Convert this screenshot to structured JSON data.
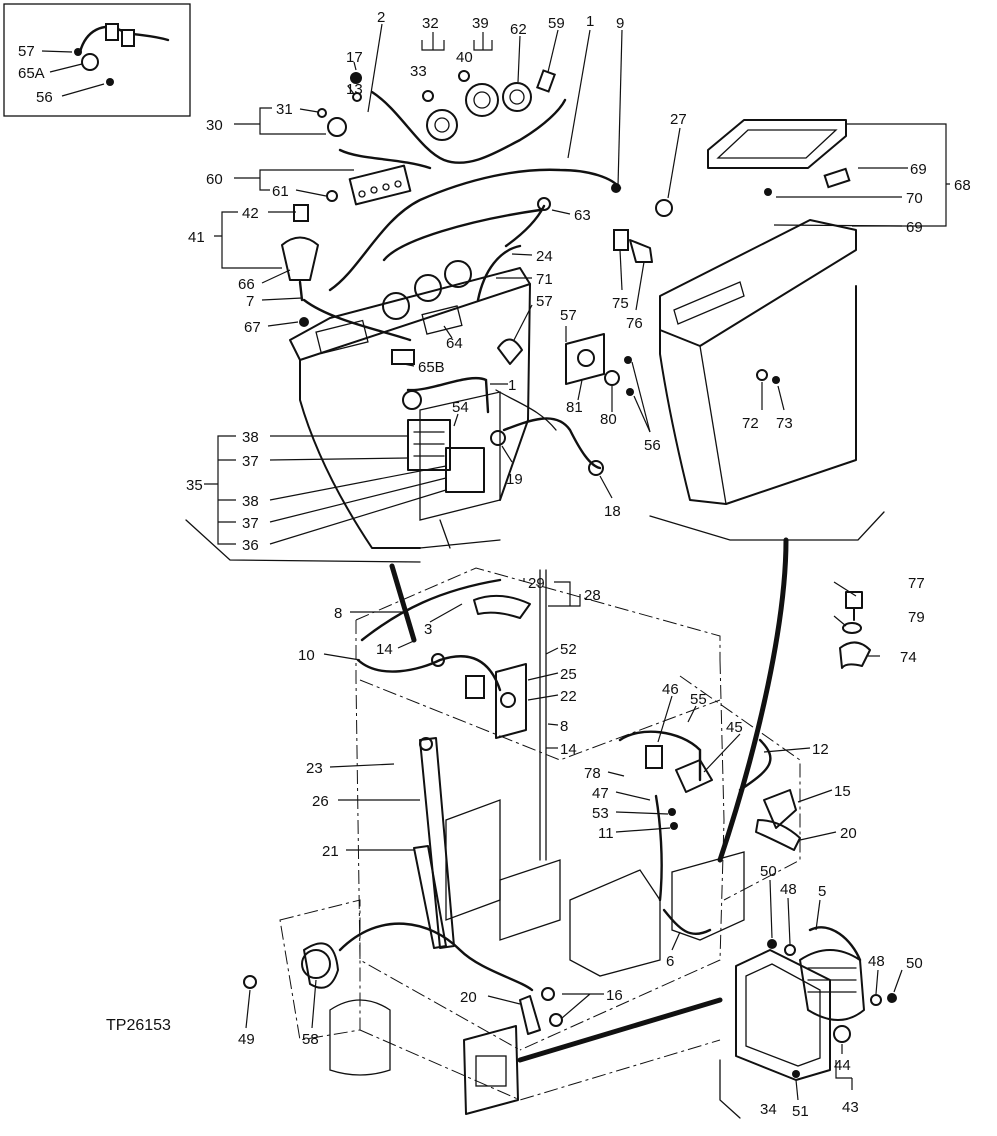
{
  "figure_code": "TP26153",
  "callouts": [
    {
      "id": "c57a",
      "text": "57"
    },
    {
      "id": "c65a",
      "text": "65A"
    },
    {
      "id": "c56a",
      "text": "56"
    },
    {
      "id": "c2",
      "text": "2"
    },
    {
      "id": "c32",
      "text": "32"
    },
    {
      "id": "c39",
      "text": "39"
    },
    {
      "id": "c62",
      "text": "62"
    },
    {
      "id": "c59",
      "text": "59"
    },
    {
      "id": "c1a",
      "text": "1"
    },
    {
      "id": "c9",
      "text": "9"
    },
    {
      "id": "c17",
      "text": "17"
    },
    {
      "id": "c33",
      "text": "33"
    },
    {
      "id": "c40",
      "text": "40"
    },
    {
      "id": "c13",
      "text": "13"
    },
    {
      "id": "c30",
      "text": "30"
    },
    {
      "id": "c31",
      "text": "31"
    },
    {
      "id": "c27",
      "text": "27"
    },
    {
      "id": "c69a",
      "text": "69"
    },
    {
      "id": "c68",
      "text": "68"
    },
    {
      "id": "c70",
      "text": "70"
    },
    {
      "id": "c69b",
      "text": "69"
    },
    {
      "id": "c60",
      "text": "60"
    },
    {
      "id": "c61",
      "text": "61"
    },
    {
      "id": "c42",
      "text": "42"
    },
    {
      "id": "c41",
      "text": "41"
    },
    {
      "id": "c63",
      "text": "63"
    },
    {
      "id": "c24",
      "text": "24"
    },
    {
      "id": "c71",
      "text": "71"
    },
    {
      "id": "c66",
      "text": "66"
    },
    {
      "id": "c7",
      "text": "7"
    },
    {
      "id": "c75",
      "text": "75"
    },
    {
      "id": "c76",
      "text": "76"
    },
    {
      "id": "c57b",
      "text": "57"
    },
    {
      "id": "c57c",
      "text": "57"
    },
    {
      "id": "c67",
      "text": "67"
    },
    {
      "id": "c64",
      "text": "64"
    },
    {
      "id": "c65b",
      "text": "65B"
    },
    {
      "id": "c1b",
      "text": "1"
    },
    {
      "id": "c81",
      "text": "81"
    },
    {
      "id": "c80",
      "text": "80"
    },
    {
      "id": "c72",
      "text": "72"
    },
    {
      "id": "c73",
      "text": "73"
    },
    {
      "id": "c54",
      "text": "54"
    },
    {
      "id": "c56b",
      "text": "56"
    },
    {
      "id": "c38a",
      "text": "38"
    },
    {
      "id": "c37a",
      "text": "37"
    },
    {
      "id": "c19",
      "text": "19"
    },
    {
      "id": "c35",
      "text": "35"
    },
    {
      "id": "c38b",
      "text": "38"
    },
    {
      "id": "c37b",
      "text": "37"
    },
    {
      "id": "c36",
      "text": "36"
    },
    {
      "id": "c18",
      "text": "18"
    },
    {
      "id": "c29",
      "text": "29"
    },
    {
      "id": "c28",
      "text": "28"
    },
    {
      "id": "c77",
      "text": "77"
    },
    {
      "id": "c8a",
      "text": "8"
    },
    {
      "id": "c3",
      "text": "3"
    },
    {
      "id": "c79",
      "text": "79"
    },
    {
      "id": "c14a",
      "text": "14"
    },
    {
      "id": "c52",
      "text": "52"
    },
    {
      "id": "c10",
      "text": "10"
    },
    {
      "id": "c74",
      "text": "74"
    },
    {
      "id": "c25",
      "text": "25"
    },
    {
      "id": "c22",
      "text": "22"
    },
    {
      "id": "c46",
      "text": "46"
    },
    {
      "id": "c55",
      "text": "55"
    },
    {
      "id": "c8b",
      "text": "8"
    },
    {
      "id": "c45",
      "text": "45"
    },
    {
      "id": "c14b",
      "text": "14"
    },
    {
      "id": "c12",
      "text": "12"
    },
    {
      "id": "c23",
      "text": "23"
    },
    {
      "id": "c78",
      "text": "78"
    },
    {
      "id": "c47",
      "text": "47"
    },
    {
      "id": "c15",
      "text": "15"
    },
    {
      "id": "c26",
      "text": "26"
    },
    {
      "id": "c53",
      "text": "53"
    },
    {
      "id": "c11",
      "text": "11"
    },
    {
      "id": "c20a",
      "text": "20"
    },
    {
      "id": "c21",
      "text": "21"
    },
    {
      "id": "c50a",
      "text": "50"
    },
    {
      "id": "c48a",
      "text": "48"
    },
    {
      "id": "c5",
      "text": "5"
    },
    {
      "id": "c6",
      "text": "6"
    },
    {
      "id": "c48b",
      "text": "48"
    },
    {
      "id": "c50b",
      "text": "50"
    },
    {
      "id": "c20b",
      "text": "20"
    },
    {
      "id": "c16",
      "text": "16"
    },
    {
      "id": "c49",
      "text": "49"
    },
    {
      "id": "c58",
      "text": "58"
    },
    {
      "id": "c44",
      "text": "44"
    },
    {
      "id": "c34",
      "text": "34"
    },
    {
      "id": "c51",
      "text": "51"
    },
    {
      "id": "c43",
      "text": "43"
    }
  ]
}
